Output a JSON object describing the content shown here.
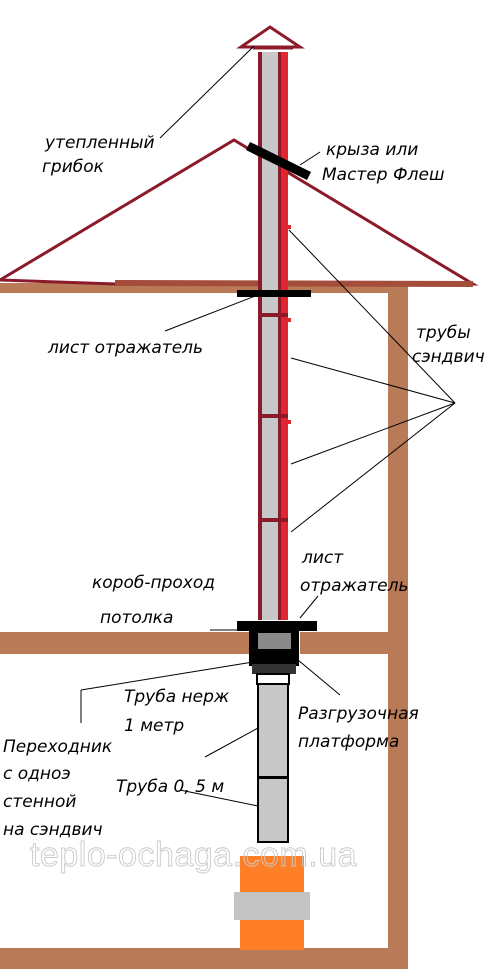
{
  "labels": {
    "cap": "утепленный",
    "cap2": "грибок",
    "roof_seal": "кpыза или",
    "roof_seal2": "Мастер Флеш",
    "sandwich": "трубы",
    "sandwich2": "сэндвич",
    "reflector_top": "лист отражатель",
    "reflector_bottom": "лист",
    "reflector_bottom2": "отражатель",
    "ceiling_box": "короб-проход",
    "ceiling_box2": "потолка",
    "pipe_1m": "Труба нерж",
    "pipe_1m2": "1 метр",
    "unload": "Разгрузочная",
    "unload2": "платформа",
    "adapter": "Переходник",
    "adapter2": "с однoэ",
    "adapter3": "стенной",
    "adapter4": "на сэндвич",
    "pipe_05": "Труба 0, 5 м"
  },
  "watermark": "teplo-ochaga.com.ua",
  "colors": {
    "roof": "#8b1a2b",
    "wall": "#b87a57",
    "pipe_red": "#e0262e",
    "pipe_gray": "#c8c8c8",
    "stove": "#ff7f27",
    "black": "#000000"
  }
}
